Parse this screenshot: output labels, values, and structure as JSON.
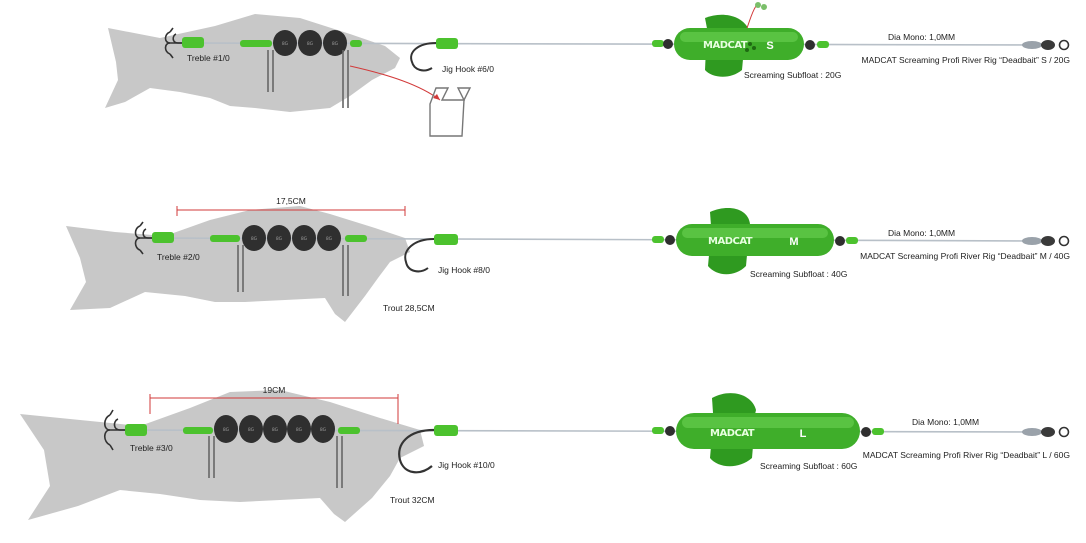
{
  "colors": {
    "float_green": "#3fae2a",
    "float_dark": "#2a8a1a",
    "fish_grey": "#c8c8c8",
    "bead": "#2f2f2f",
    "measure": "#d23a3a",
    "line": "#b8c0c8"
  },
  "bead_label": "8G",
  "float_logo": "MADCAT",
  "rigs": [
    {
      "treble": "Treble #1/0",
      "jig": "Jig Hook #6/0",
      "measure": "",
      "trout": "",
      "float_size": "S",
      "subfloat": "Screaming Subfloat : 20G",
      "mono": "Dia Mono: 1,0MM",
      "rig_name": "MADCAT Screaming Profi River Rig “Deadbait” S / 20G"
    },
    {
      "treble": "Treble #2/0",
      "jig": "Jig Hook #8/0",
      "measure": "17,5CM",
      "trout": "Trout 28,5CM",
      "float_size": "M",
      "subfloat": "Screaming Subfloat : 40G",
      "mono": "Dia Mono: 1,0MM",
      "rig_name": "MADCAT Screaming Profi River Rig “Deadbait” M / 40G"
    },
    {
      "treble": "Treble #3/0",
      "jig": "Jig Hook #10/0",
      "measure": "19CM",
      "trout": "Trout 32CM",
      "float_size": "L",
      "subfloat": "Screaming Subfloat : 60G",
      "mono": "Dia Mono: 1,0MM",
      "rig_name": "MADCAT Screaming Profi River Rig “Deadbait” L / 60G"
    }
  ]
}
